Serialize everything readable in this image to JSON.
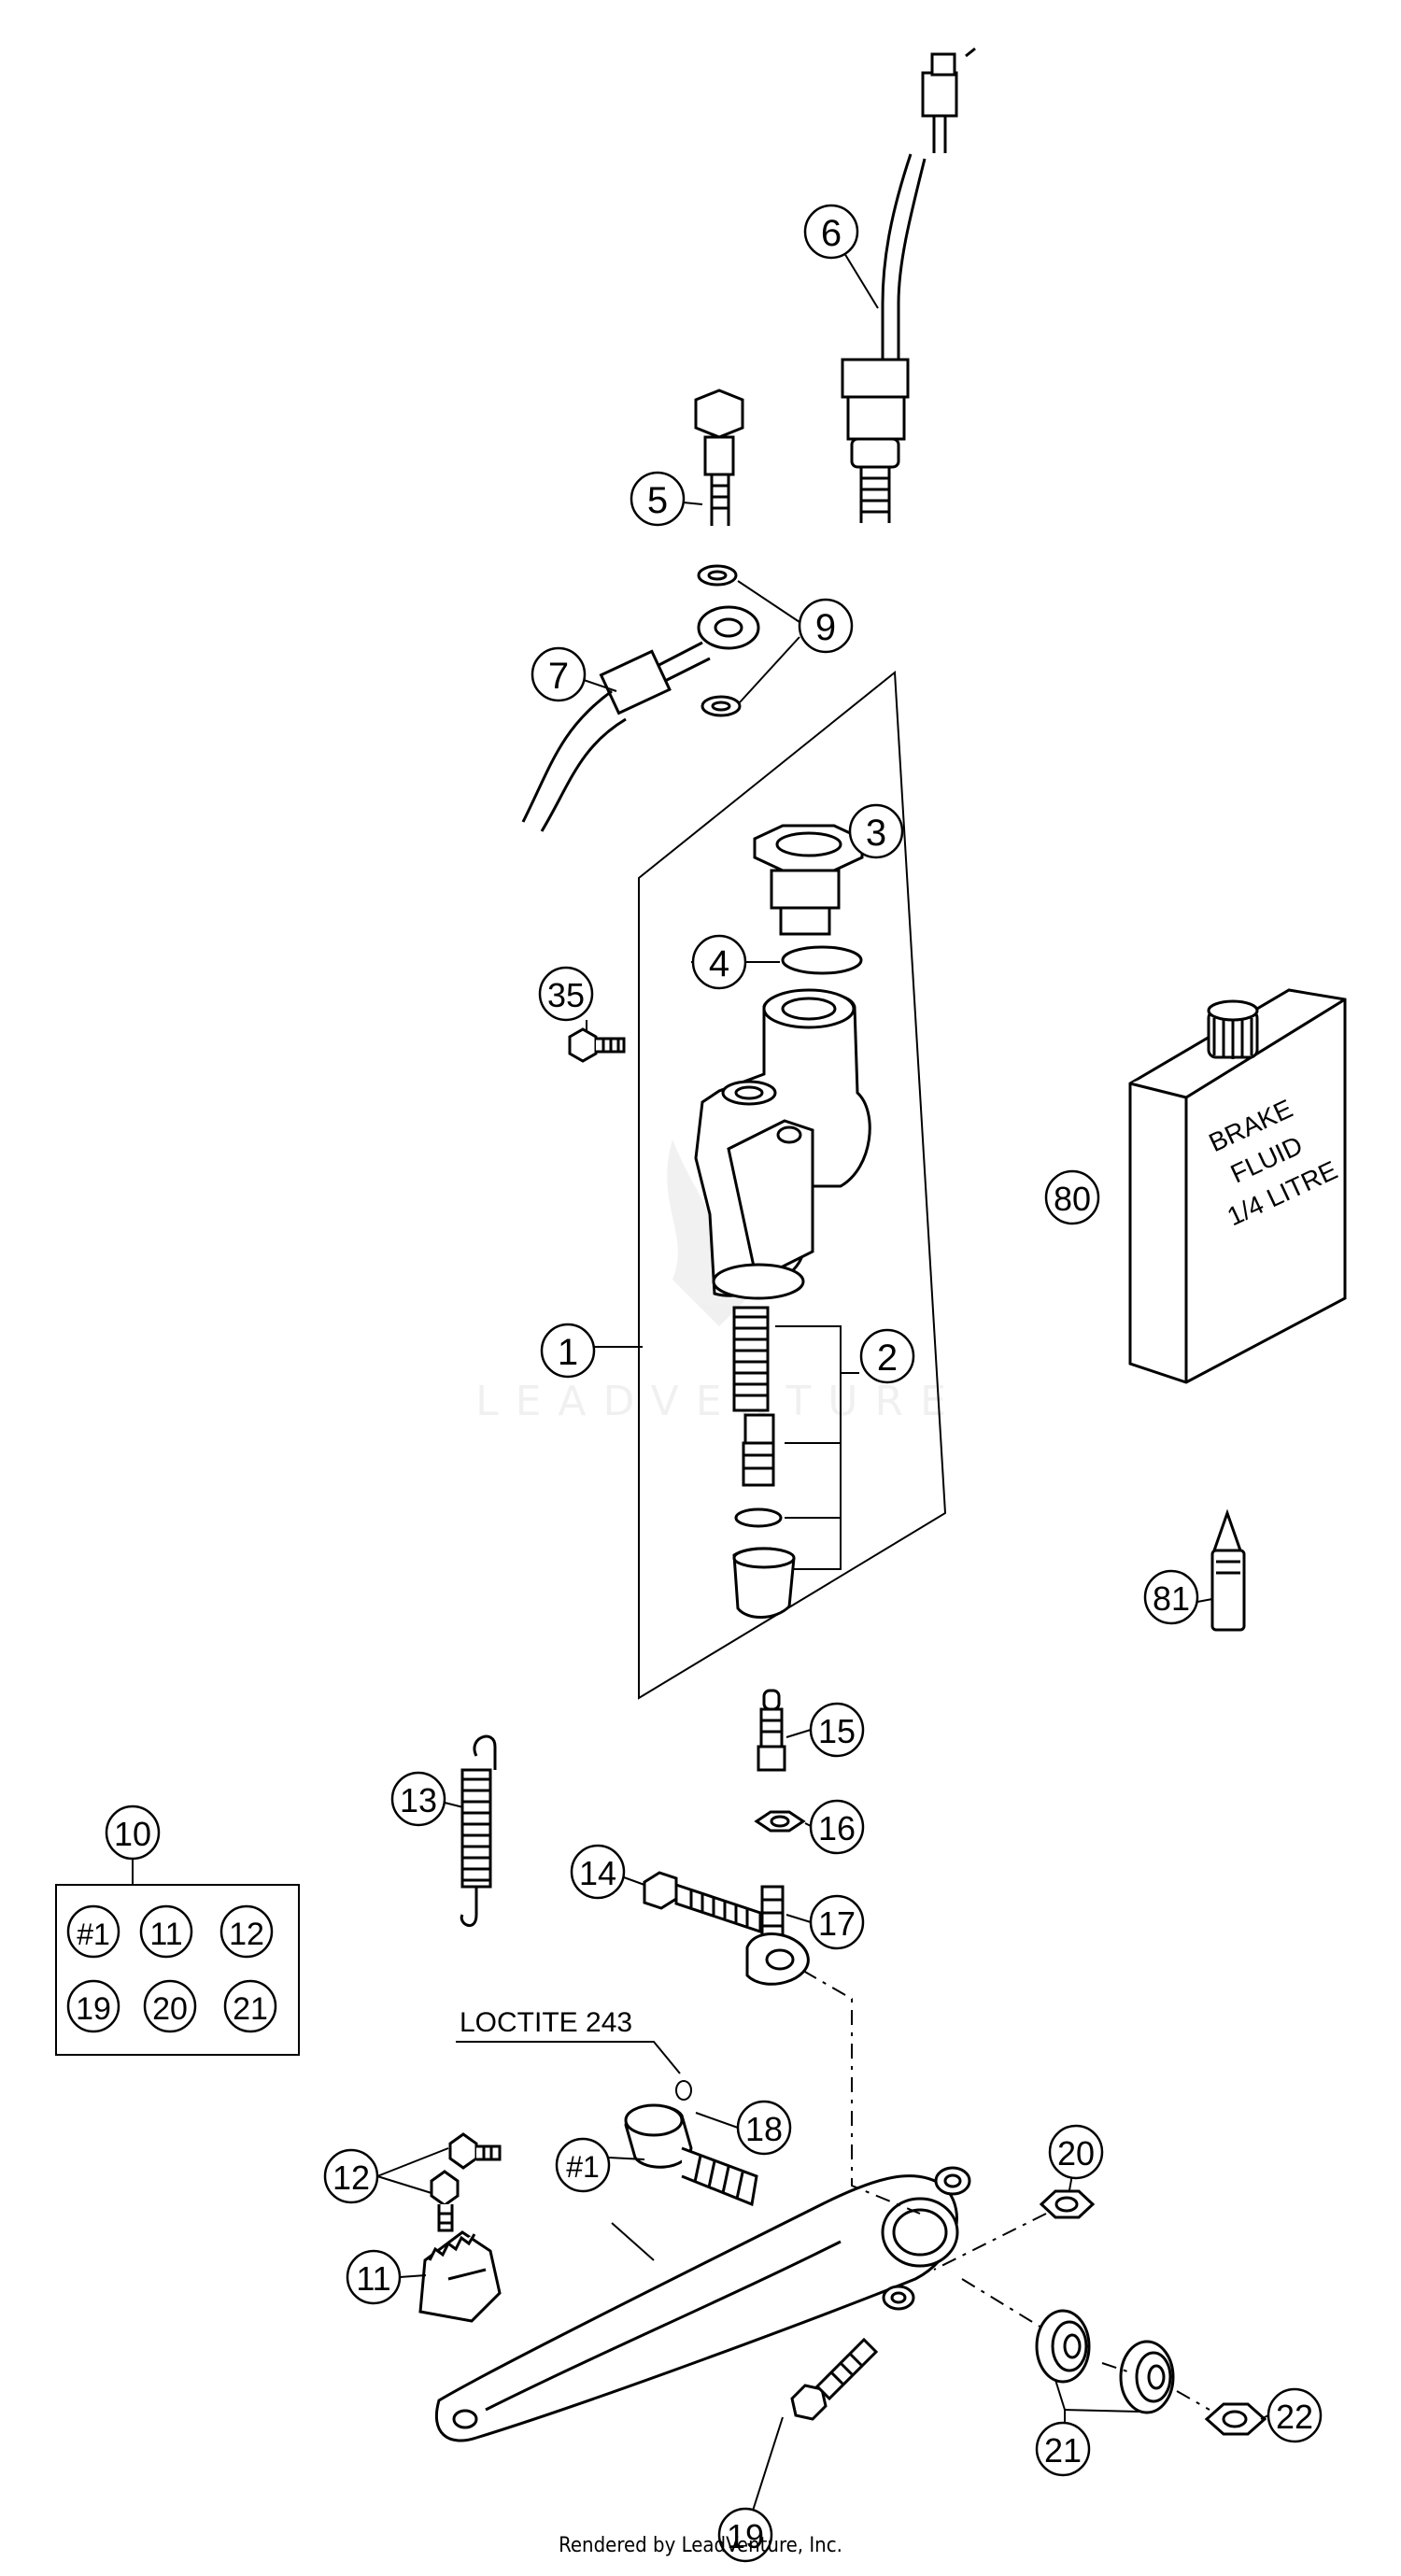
{
  "callouts": [
    {
      "id": "c6",
      "label": "6"
    },
    {
      "id": "c5",
      "label": "5"
    },
    {
      "id": "c9",
      "label": "9"
    },
    {
      "id": "c7",
      "label": "7"
    },
    {
      "id": "c3",
      "label": "3"
    },
    {
      "id": "c4",
      "label": "4"
    },
    {
      "id": "c35",
      "label": "35"
    },
    {
      "id": "c80",
      "label": "80"
    },
    {
      "id": "c1",
      "label": "1"
    },
    {
      "id": "c2",
      "label": "2"
    },
    {
      "id": "c81",
      "label": "81"
    },
    {
      "id": "c15",
      "label": "15"
    },
    {
      "id": "c13",
      "label": "13"
    },
    {
      "id": "c16",
      "label": "16"
    },
    {
      "id": "c10",
      "label": "10"
    },
    {
      "id": "c14",
      "label": "14"
    },
    {
      "id": "c17",
      "label": "17"
    },
    {
      "id": "c18",
      "label": "18"
    },
    {
      "id": "c20",
      "label": "20"
    },
    {
      "id": "c12",
      "label": "12"
    },
    {
      "id": "c1b",
      "label": "#1"
    },
    {
      "id": "c11",
      "label": "11"
    },
    {
      "id": "c22",
      "label": "22"
    },
    {
      "id": "c21",
      "label": "21"
    },
    {
      "id": "c19",
      "label": "19"
    }
  ],
  "kit": {
    "items": [
      "#1",
      "11",
      "12",
      "19",
      "20",
      "21"
    ]
  },
  "loctite_label": "LOCTITE 243",
  "bottle_label": [
    "BRAKE",
    "FLUID",
    "1/4 LITRE"
  ],
  "watermark": "LEADVENTURE",
  "footer": "Rendered by LeadVenture, Inc."
}
